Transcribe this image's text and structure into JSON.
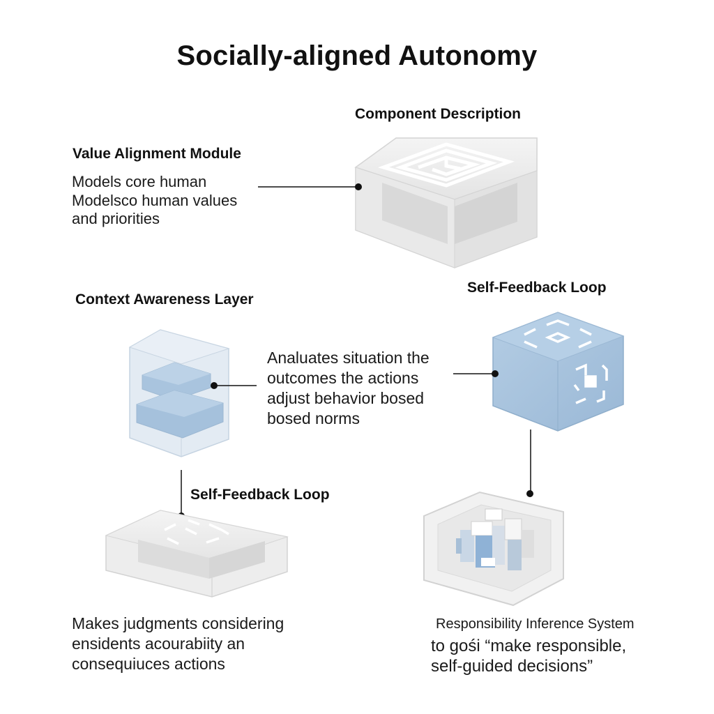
{
  "title": "Socially-aligned Autonomy",
  "header": "Component Description",
  "components": {
    "value_alignment": {
      "name": "Value Alignment Module",
      "description": "Models core human\nModelsco human values\nand priorities"
    },
    "context_awareness": {
      "name": "Context Awareness Layer"
    },
    "center_description": "Analuates situation the\noutcomes the actions\nadjust behavior bosed\nbosed norms",
    "self_feedback_right": {
      "name": "Self-Feedback Loop"
    },
    "self_feedback_left": {
      "name": "Self-Feedback Loop",
      "description": "Makes judgments considering\nensidents acourabiity an\nconsequiuces actions"
    },
    "responsibility": {
      "name": "Responsibility Inference System",
      "description": "to gośi “make responsible,\nself-guided decisions”"
    }
  },
  "colors": {
    "block_gray": "#e6e6e6",
    "block_blue": "#a9c4dd",
    "accent_blue": "#9cbcdc",
    "line": "#111111"
  }
}
